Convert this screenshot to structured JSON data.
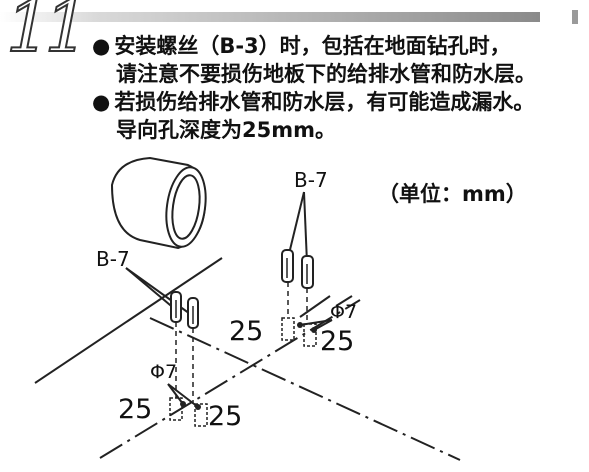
{
  "step": {
    "number": "11"
  },
  "notes": [
    {
      "bullet": "●",
      "text": "安装螺丝（B-3）时，包括在地面钻孔时，",
      "cont": "请注意不要损伤地板下的给排水管和防水层。"
    },
    {
      "bullet": "●",
      "text": "若损伤给排水管和防水层，有可能造成漏水。",
      "cont": "导向孔深度为25mm。"
    }
  ],
  "diagram": {
    "unit_label": "（单位：mm）",
    "part_label_left": "B-7",
    "part_label_right": "B-7",
    "hole_diameter_left": "Φ7",
    "hole_diameter_right": "Φ7",
    "depth_left_a": "25",
    "depth_left_b": "25",
    "depth_right_a": "25",
    "depth_right_b": "25"
  }
}
